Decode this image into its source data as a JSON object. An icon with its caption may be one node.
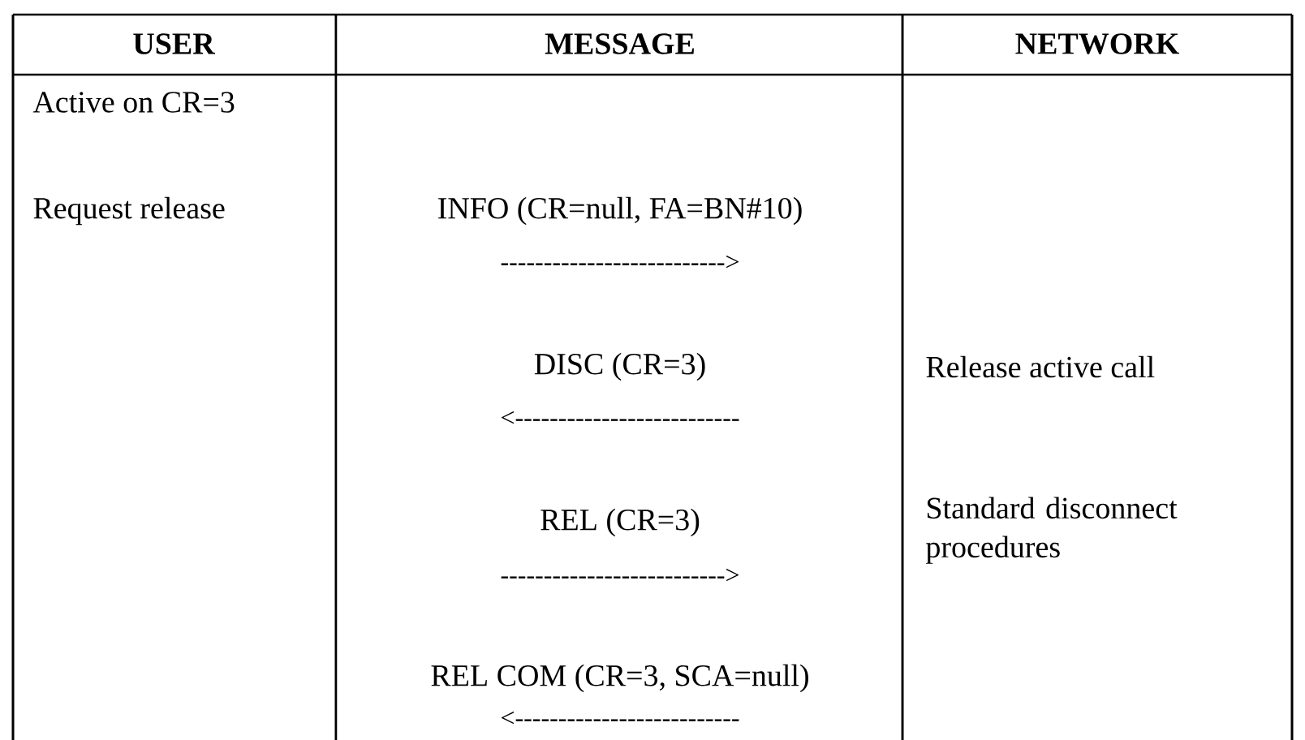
{
  "diagram": {
    "labels": [
      "USER",
      "MESSAGE",
      "NETWORK",
      "Active on CR=3",
      "Request release",
      "INFO (CR=null, FA=BN#10)",
      "-------------------------->",
      "DISC (CR=3)",
      "Release active call",
      "<--------------------------",
      "REL (CR=3)",
      "Standard disconnect procedures",
      "-------------------------->",
      "REL COM (CR=3, SCA=null)",
      "<--------------------------"
    ]
  }
}
